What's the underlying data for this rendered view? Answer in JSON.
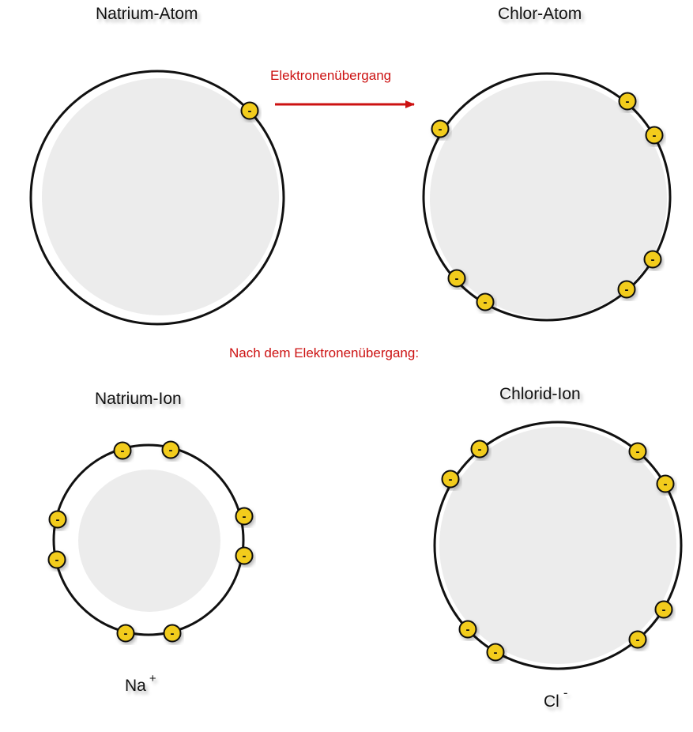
{
  "colors": {
    "accent_red": "#cc1111",
    "electron_fill": "#f2cc1c",
    "electron_stroke": "#111111",
    "nucleus_fill": "#ececec",
    "shell_stroke": "#111111"
  },
  "top": {
    "sodium_atom_label": "Natrium-Atom",
    "chlorine_atom_label": "Chlor-Atom",
    "transfer_label": "Elektronenübergang"
  },
  "middle": {
    "after_transfer_label": "Nach dem Elektronenübergang:"
  },
  "bottom": {
    "sodium_ion_label": "Natrium-Ion",
    "chloride_ion_label": "Chlorid-Ion",
    "sodium_symbol": "Na",
    "sodium_charge": "+",
    "chloride_symbol": "Cl",
    "chloride_charge": "-"
  },
  "electron_sign": "-",
  "electron_icon": "minus-sign-electron-icon",
  "atoms": {
    "sodium_atom_outer_electrons": 1,
    "chlorine_atom_outer_electrons": 7,
    "sodium_ion_outer_electrons": 8,
    "chloride_ion_outer_electrons": 8
  }
}
